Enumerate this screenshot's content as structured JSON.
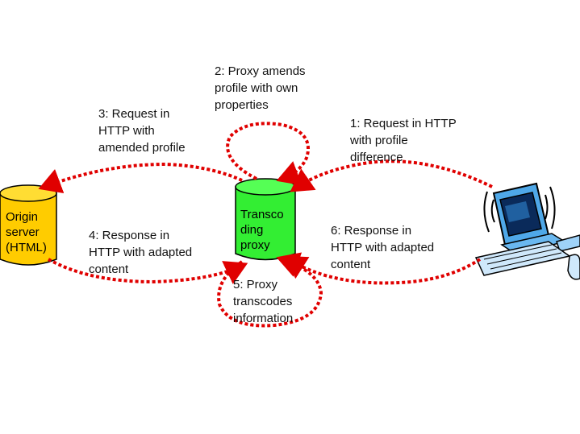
{
  "nodes": {
    "origin": {
      "lines": [
        "Origin",
        "server",
        "(HTML)"
      ],
      "color": "#ffcc00"
    },
    "proxy": {
      "lines": [
        "Transco",
        "ding",
        "proxy"
      ],
      "color": "#33ee33"
    },
    "client": {
      "icon": "computer-workstation-icon"
    }
  },
  "steps": {
    "s1": [
      "1: Request in HTTP",
      "with profile",
      "difference"
    ],
    "s2": [
      "2: Proxy amends",
      "profile with own",
      "properties"
    ],
    "s3": [
      "3: Request in",
      "HTTP with",
      "amended profile"
    ],
    "s4": [
      "4: Response in",
      "HTTP with adapted",
      "content"
    ],
    "s5": [
      "5: Proxy",
      "transcodes",
      "information"
    ],
    "s6": [
      "6: Response in",
      "HTTP with adapted",
      "content"
    ]
  },
  "colors": {
    "arrow": "#e00000",
    "outline": "#000000"
  }
}
